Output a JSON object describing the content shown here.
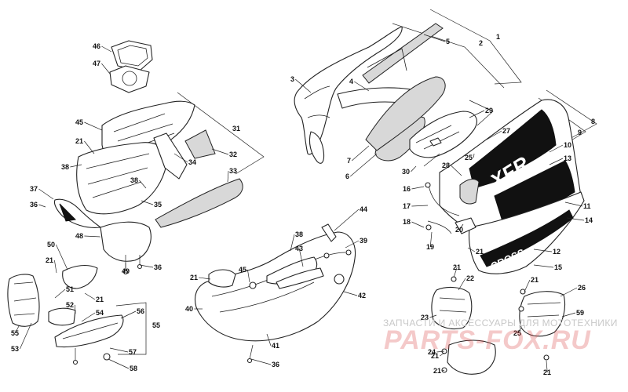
{
  "watermark": {
    "line1": "ЗАПЧАСТИ И АКСЕССУАРЫ ДЛЯ МОТОТЕХНИКИ",
    "line2": "PARTS-FOX.RU"
  },
  "decal_text": {
    "panel_upper": "XFR",
    "panel_lower": "CROSS"
  },
  "callouts": [
    {
      "id": "c1",
      "text": "1"
    },
    {
      "id": "c2",
      "text": "2"
    },
    {
      "id": "c3",
      "text": "3"
    },
    {
      "id": "c4",
      "text": "4"
    },
    {
      "id": "c5",
      "text": "5"
    },
    {
      "id": "c6",
      "text": "6"
    },
    {
      "id": "c7",
      "text": "7"
    },
    {
      "id": "c8",
      "text": "8"
    },
    {
      "id": "c9",
      "text": "9"
    },
    {
      "id": "c10",
      "text": "10"
    },
    {
      "id": "c11",
      "text": "11"
    },
    {
      "id": "c12",
      "text": "12"
    },
    {
      "id": "c13",
      "text": "13"
    },
    {
      "id": "c14",
      "text": "14"
    },
    {
      "id": "c15",
      "text": "15"
    },
    {
      "id": "c16",
      "text": "16"
    },
    {
      "id": "c17",
      "text": "17"
    },
    {
      "id": "c18",
      "text": "18"
    },
    {
      "id": "c19",
      "text": "19"
    },
    {
      "id": "c20",
      "text": "20"
    },
    {
      "id": "c21a",
      "text": "21"
    },
    {
      "id": "c21b",
      "text": "21"
    },
    {
      "id": "c21c",
      "text": "21"
    },
    {
      "id": "c21d",
      "text": "21"
    },
    {
      "id": "c21e",
      "text": "21"
    },
    {
      "id": "c21f",
      "text": "21"
    },
    {
      "id": "c21g",
      "text": "21"
    },
    {
      "id": "c21h",
      "text": "21"
    },
    {
      "id": "c21i",
      "text": "21"
    },
    {
      "id": "c21j",
      "text": "21"
    },
    {
      "id": "c22",
      "text": "22"
    },
    {
      "id": "c23",
      "text": "23"
    },
    {
      "id": "c24",
      "text": "24"
    },
    {
      "id": "c25a",
      "text": "25"
    },
    {
      "id": "c25b",
      "text": "25"
    },
    {
      "id": "c26",
      "text": "26"
    },
    {
      "id": "c27",
      "text": "27"
    },
    {
      "id": "c28",
      "text": "28"
    },
    {
      "id": "c29",
      "text": "29"
    },
    {
      "id": "c30",
      "text": "30"
    },
    {
      "id": "c31",
      "text": "31"
    },
    {
      "id": "c32",
      "text": "32"
    },
    {
      "id": "c33",
      "text": "33"
    },
    {
      "id": "c34",
      "text": "34"
    },
    {
      "id": "c35",
      "text": "35"
    },
    {
      "id": "c36a",
      "text": "36"
    },
    {
      "id": "c36b",
      "text": "36"
    },
    {
      "id": "c36c",
      "text": "36"
    },
    {
      "id": "c37",
      "text": "37"
    },
    {
      "id": "c38a",
      "text": "38"
    },
    {
      "id": "c38b",
      "text": "38"
    },
    {
      "id": "c38c",
      "text": "38"
    },
    {
      "id": "c39",
      "text": "39"
    },
    {
      "id": "c40",
      "text": "40"
    },
    {
      "id": "c41",
      "text": "41"
    },
    {
      "id": "c42",
      "text": "42"
    },
    {
      "id": "c43",
      "text": "43"
    },
    {
      "id": "c44",
      "text": "44"
    },
    {
      "id": "c45a",
      "text": "45"
    },
    {
      "id": "c45b",
      "text": "45"
    },
    {
      "id": "c46",
      "text": "46"
    },
    {
      "id": "c47",
      "text": "47"
    },
    {
      "id": "c48",
      "text": "48"
    },
    {
      "id": "c49",
      "text": "49"
    },
    {
      "id": "c50",
      "text": "50"
    },
    {
      "id": "c51",
      "text": "51"
    },
    {
      "id": "c52",
      "text": "52"
    },
    {
      "id": "c53",
      "text": "53"
    },
    {
      "id": "c54",
      "text": "54"
    },
    {
      "id": "c55a",
      "text": "55"
    },
    {
      "id": "c55b",
      "text": "55"
    },
    {
      "id": "c56",
      "text": "56"
    },
    {
      "id": "c57",
      "text": "57"
    },
    {
      "id": "c58",
      "text": "58"
    },
    {
      "id": "c59",
      "text": "59"
    }
  ]
}
